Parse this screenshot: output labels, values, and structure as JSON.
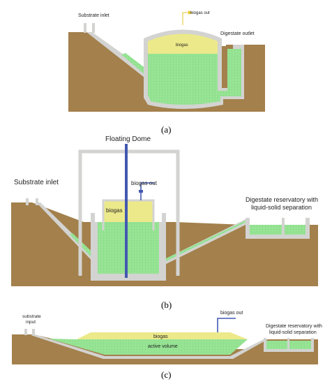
{
  "colors": {
    "soil": "#a3804c",
    "concrete": "#d3d3d1",
    "concrete_dark": "#b9b9b7",
    "gas": "#ece98a",
    "slurry": "#98e596",
    "slurry_grid": "#7fd07e",
    "pipe": "#4258b0",
    "arrow": "#e3c62c"
  },
  "panel_a": {
    "substrate_inlet": "Substrate inlet",
    "biogas_out": "biogas out",
    "digestate_outlet": "Digestate outlet",
    "biogas": "biogas",
    "caption": "(a)"
  },
  "panel_b": {
    "floating_dome": "Floating Dome",
    "substrate_inlet": "Substrate inlet",
    "biogas_out": "biogas out",
    "biogas": "biogas",
    "digestate_line1": "Digestate reservatory with",
    "digestate_line2": "liquid-solid separation",
    "caption": "(b)"
  },
  "panel_c": {
    "substrate_line1": "substrate",
    "substrate_line2": "input",
    "biogas_out": "biogas out",
    "biogas": "biogas",
    "active_volume": "active volume",
    "digestate_line1": "Digestate reservatory with",
    "digestate_line2": "liquid-solid separation",
    "caption": "(c)"
  }
}
